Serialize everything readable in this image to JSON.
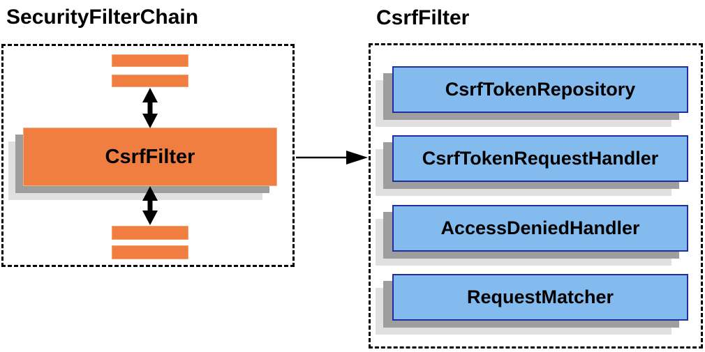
{
  "diagram": {
    "left": {
      "title": "SecurityFilterChain",
      "csrf_filter_label": "CsrfFilter"
    },
    "right": {
      "title": "CsrfFilter",
      "components": [
        "CsrfTokenRepository",
        "CsrfTokenRequestHandler",
        "AccessDeniedHandler",
        "RequestMatcher"
      ]
    },
    "colors": {
      "orange_fill": "#F07E41",
      "blue_fill": "#84BBEE",
      "blue_border": "#1F2D9E",
      "shadow_dark": "#9E9E9E",
      "shadow_light": "#E0E0E0",
      "line": "#000000"
    }
  }
}
